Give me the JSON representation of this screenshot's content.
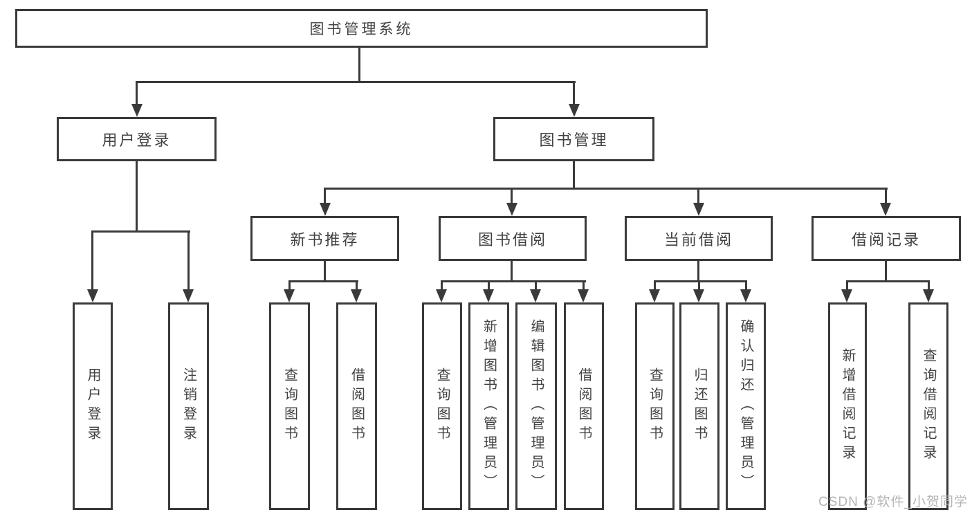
{
  "diagram": {
    "root": {
      "label": "图书管理系统"
    },
    "branches": {
      "user_login": {
        "label": "用户登录",
        "children": [
          "用户登录",
          "注销登录"
        ]
      },
      "book_mgmt": {
        "label": "图书管理",
        "sections": {
          "new_books": {
            "label": "新书推荐",
            "children": [
              "查询图书",
              "借阅图书"
            ]
          },
          "borrow": {
            "label": "图书借阅",
            "children": [
              "查询图书",
              "新增图书（管理员）",
              "编辑图书（管理员）",
              "借阅图书"
            ]
          },
          "current": {
            "label": "当前借阅",
            "children": [
              "查询图书",
              "归还图书",
              "确认归还（管理员）"
            ]
          },
          "records": {
            "label": "借阅记录",
            "children": [
              "新增借阅记录",
              "查询借阅记录"
            ]
          }
        }
      }
    },
    "watermark": "CSDN @软件_小贺同学",
    "colors": {
      "line": "#3a3a3a",
      "text": "#424242",
      "watermark": "#b5b5b5"
    }
  }
}
